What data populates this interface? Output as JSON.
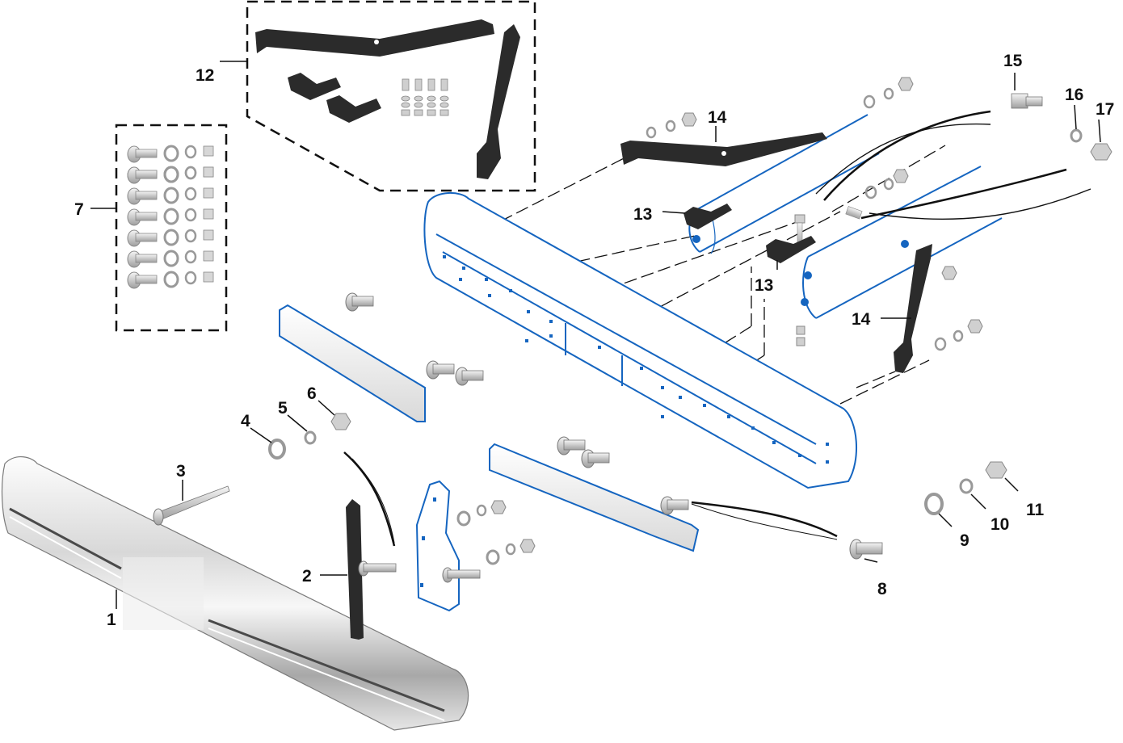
{
  "colors": {
    "outline": "#1565c0",
    "ink": "#111111",
    "chrome_light": "#f2f2f2",
    "chrome_dark": "#9a9a9a",
    "bracket": "#2b2b2b",
    "hardware": "#cfcfcf"
  },
  "callouts": [
    {
      "id": "c1",
      "text": "1"
    },
    {
      "id": "c2",
      "text": "2"
    },
    {
      "id": "c3",
      "text": "3"
    },
    {
      "id": "c4",
      "text": "4"
    },
    {
      "id": "c5",
      "text": "5"
    },
    {
      "id": "c6",
      "text": "6"
    },
    {
      "id": "c7",
      "text": "7"
    },
    {
      "id": "c8",
      "text": "8"
    },
    {
      "id": "c9",
      "text": "9"
    },
    {
      "id": "c10",
      "text": "10"
    },
    {
      "id": "c11",
      "text": "11"
    },
    {
      "id": "c12",
      "text": "12"
    },
    {
      "id": "c13a",
      "text": "13"
    },
    {
      "id": "c13b",
      "text": "13"
    },
    {
      "id": "c14a",
      "text": "14"
    },
    {
      "id": "c14b",
      "text": "14"
    },
    {
      "id": "c15",
      "text": "15"
    },
    {
      "id": "c16",
      "text": "16"
    },
    {
      "id": "c17",
      "text": "17"
    }
  ]
}
